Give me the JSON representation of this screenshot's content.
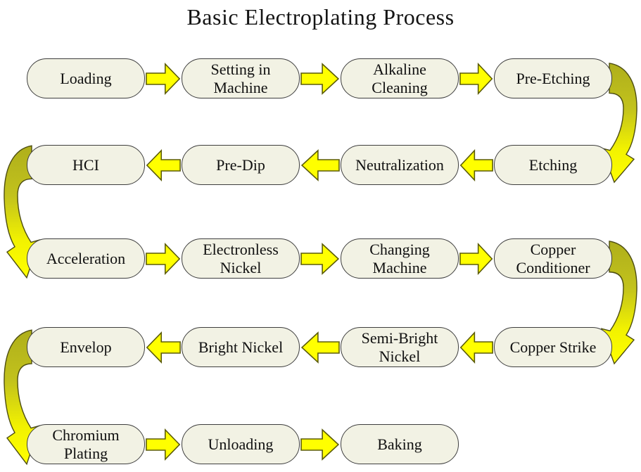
{
  "title": "Basic Electroplating Process",
  "colors": {
    "background": "#FFFFFF",
    "box_fill": "#F2F2E4",
    "box_border": "#3E3E3E",
    "text": "#101010",
    "arrow_fill": "#FFFF00",
    "arrow_outline": "#5C5C09",
    "curve_gradient_start": "#AFAF1B",
    "curve_gradient_end": "#FFFF00",
    "curve_outline": "#4D4D12"
  },
  "flowchart": {
    "type": "process-flow",
    "rows": [
      {
        "direction": "right",
        "steps": [
          {
            "label": "Loading"
          },
          {
            "label": "Setting in\nMachine"
          },
          {
            "label": "Alkaline\nCleaning"
          },
          {
            "label": "Pre-Etching"
          }
        ]
      },
      {
        "direction": "left",
        "steps": [
          {
            "label": "HCI"
          },
          {
            "label": "Pre-Dip"
          },
          {
            "label": "Neutralization"
          },
          {
            "label": "Etching"
          }
        ]
      },
      {
        "direction": "right",
        "steps": [
          {
            "label": "Acceleration"
          },
          {
            "label": "Electronless\nNickel"
          },
          {
            "label": "Changing\nMachine"
          },
          {
            "label": "Copper\nConditioner"
          }
        ]
      },
      {
        "direction": "left",
        "steps": [
          {
            "label": "Envelop"
          },
          {
            "label": "Bright Nickel"
          },
          {
            "label": "Semi-Bright\nNickel"
          },
          {
            "label": "Copper Strike"
          }
        ]
      },
      {
        "direction": "right",
        "steps": [
          {
            "label": "Chromium\nPlating"
          },
          {
            "label": "Unloading"
          },
          {
            "label": "Baking"
          }
        ]
      }
    ],
    "row_connectors": [
      {
        "from": "Pre-Etching",
        "to": "Etching",
        "side": "right"
      },
      {
        "from": "HCI",
        "to": "Acceleration",
        "side": "left"
      },
      {
        "from": "Copper Conditioner",
        "to": "Copper Strike",
        "side": "right"
      },
      {
        "from": "Envelop",
        "to": "Chromium Plating",
        "side": "left"
      }
    ],
    "process_order": [
      "Loading",
      "Setting in Machine",
      "Alkaline Cleaning",
      "Pre-Etching",
      "Etching",
      "Neutralization",
      "Pre-Dip",
      "HCI",
      "Acceleration",
      "Electronless Nickel",
      "Changing Machine",
      "Copper Conditioner",
      "Copper Strike",
      "Semi-Bright Nickel",
      "Bright Nickel",
      "Envelop",
      "Chromium Plating",
      "Unloading",
      "Baking"
    ]
  }
}
